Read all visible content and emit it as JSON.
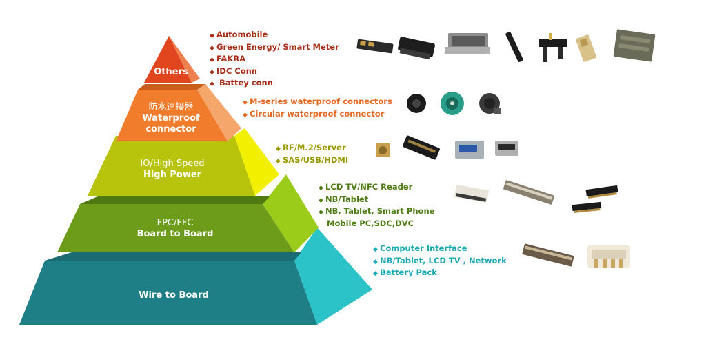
{
  "colors": {
    "others": "#e2461e",
    "waterproof": "#f07c2c",
    "io": "#b8c40c",
    "fpc": "#6d9c1a",
    "wtb": "#1f7f86",
    "text_others": "#a8301a",
    "text_waterproof": "#e56a25",
    "text_io": "#9a9a00",
    "text_fpc": "#4e7d12",
    "text_wtb": "#1aa9b3"
  },
  "tiers": [
    {
      "id": "others",
      "label_lines": [
        "Others"
      ],
      "bullets": [
        "Automobile",
        "Green Energy/ Smart Meter",
        "FAKRA",
        "IDC Conn",
        " Battey conn"
      ],
      "products": [
        "power-connector",
        "battery-connector",
        "idc-connector",
        "pin-header",
        "fakra-connector",
        "terminal",
        "housing-connector"
      ]
    },
    {
      "id": "waterproof",
      "label_lines": [
        "防水連接器",
        "Waterproof",
        "connector"
      ],
      "bullets": [
        "M-series waterproof connectors",
        "Circular waterproof connector"
      ],
      "products": [
        "m-series-cap",
        "circular-connector",
        "m-series-connector"
      ]
    },
    {
      "id": "io",
      "label_lines": [
        "IO/High Speed",
        "High Power"
      ],
      "bullets": [
        "RF/M.2/Server",
        "SAS/USB/HDMI"
      ],
      "products": [
        "rf-connector",
        "m2-connector",
        "usb-connector",
        "hdmi-connector"
      ]
    },
    {
      "id": "fpc",
      "label_lines": [
        "FPC/FFC",
        "Board to Board"
      ],
      "bullets": [
        "LCD TV/NFC Reader",
        "NB/Tablet",
        "NB, Tablet, Smart Phone",
        "Mobile PC,SDC,DVC"
      ],
      "products": [
        "fpc-connector",
        "ffc-connector",
        "btb-connector-top",
        "btb-connector-bottom"
      ]
    },
    {
      "id": "wtb",
      "label_lines": [
        "Wire to Board"
      ],
      "bullets": [
        "Computer Interface",
        "NB/Tablet, LCD TV , Network",
        "Battery Pack"
      ],
      "products": [
        "wtb-header-strip",
        "wtb-housing"
      ]
    }
  ],
  "bullet_glyph": "◆"
}
